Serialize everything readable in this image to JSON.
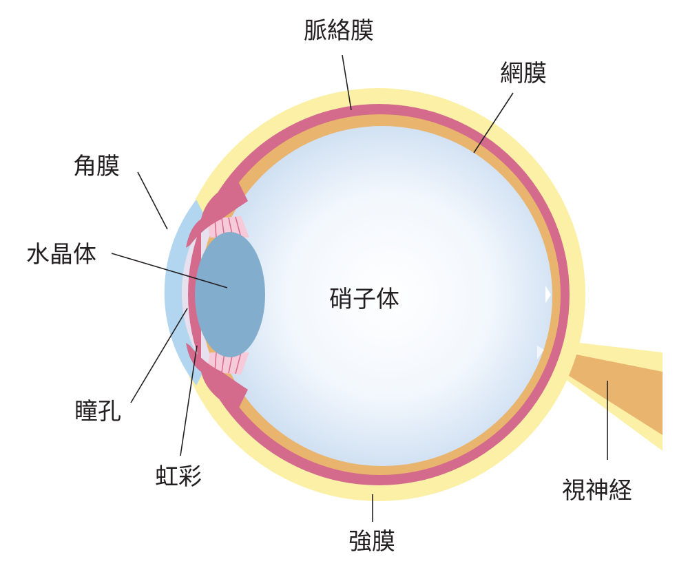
{
  "labels": {
    "choroid": "脈絡膜",
    "retina": "網膜",
    "cornea": "角膜",
    "lens": "水晶体",
    "vitreous": "硝子体",
    "pupil": "瞳孔",
    "iris": "虹彩",
    "optic_nerve": "視神経",
    "sclera": "強膜"
  },
  "colors": {
    "sclera": "#fbf0a6",
    "choroid": "#d46a8c",
    "retina": "#e8b46e",
    "cornea": "#b3d6f0",
    "aqueous": "#e6e0ef",
    "lens": "#82adcd",
    "vitreous_center": "#ffffff",
    "vitreous_edge": "#c9dcf0",
    "ciliary": "#f6cad8",
    "leader_line": "#231f20"
  }
}
